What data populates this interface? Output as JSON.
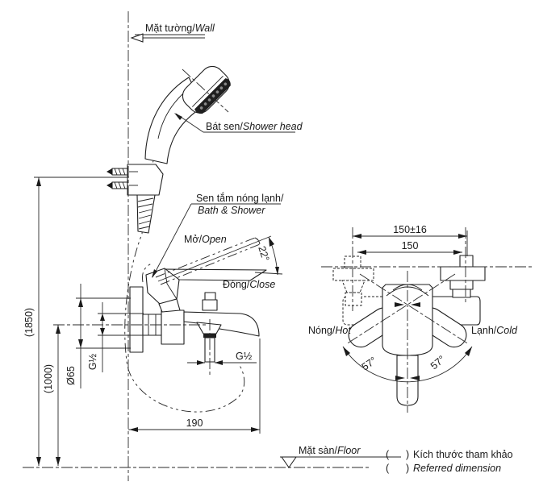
{
  "drawing": {
    "labels": {
      "wall": {
        "vi": "Mặt tường/",
        "en": "Wall"
      },
      "shower_head": {
        "vi": "Bát sen/",
        "en": "Shower head"
      },
      "mixer": {
        "vi": "Sen tắm nóng lạnh/",
        "en": "Bath & Shower"
      },
      "open": {
        "vi": "Mở/",
        "en": "Open"
      },
      "close": {
        "vi": "Đóng/",
        "en": "Close"
      },
      "hot": {
        "vi": "Nóng/",
        "en": "Hot"
      },
      "cold": {
        "vi": "Lạnh/",
        "en": "Cold"
      },
      "floor": {
        "vi": "Mặt sàn/",
        "en": "Floor"
      }
    },
    "dimensions": {
      "total_height": "(1850)",
      "mixer_height": "(1000)",
      "flange_diameter": "Ø65",
      "inlet_thread": "G½",
      "outlet_thread": "G½",
      "spout_reach": "190",
      "center_distance_range": "150±16",
      "center_distance": "150",
      "open_angle": "22°",
      "swing_left": "57°",
      "swing_right": "57°"
    },
    "legend": {
      "paren_open": "(",
      "paren_close": ")",
      "note_vi": "Kích thước tham khảo",
      "note_en": "Referred dimension"
    },
    "colors": {
      "line": "#1a1a1a",
      "background": "#ffffff"
    }
  }
}
